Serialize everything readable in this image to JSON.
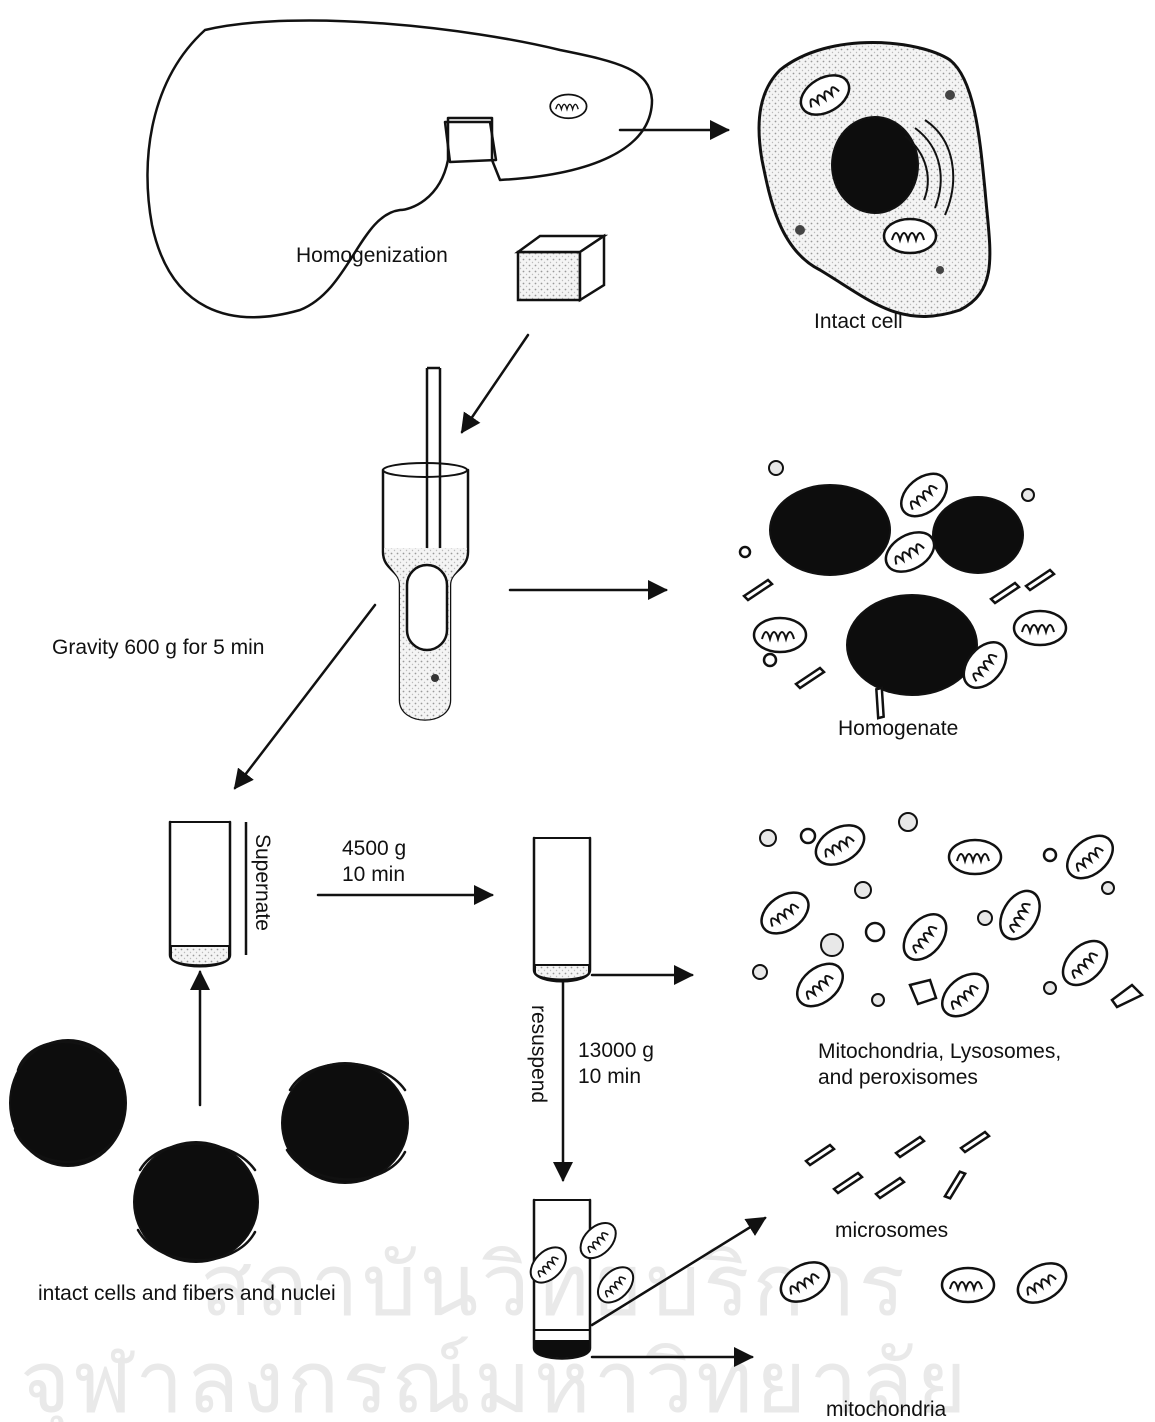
{
  "labels": {
    "homogenization": "Homogenization",
    "intact_cell": "Intact cell",
    "gravity": "Gravity 600 g for 5 min",
    "homogenate": "Homogenate",
    "supernate": "Supernate",
    "spin1_g": "4500 g",
    "spin1_time": "10  min",
    "fraction1": "Mitochondria, Lysosomes,",
    "fraction1_cont": "and peroxisomes",
    "resuspend": "resuspend",
    "spin2_g": "13000 g",
    "spin2_time": "10 min",
    "pellet1": "intact cells and fibers and nuclei",
    "microsomes": "microsomes",
    "mitochondria": "mitochondria"
  },
  "watermark": {
    "line1": "สถาบันวิทยบริการ",
    "line2": "จุฬาลงกรณ์มหาวิทยาลัย"
  }
}
